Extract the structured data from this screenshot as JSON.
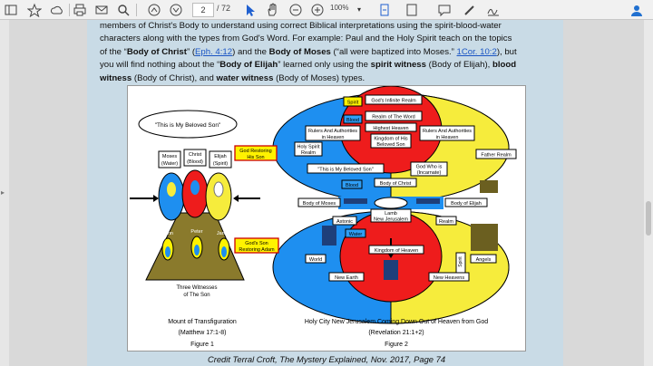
{
  "toolbar": {
    "page_number": "2",
    "page_total": "/ 72",
    "zoom": "100%"
  },
  "paragraph": {
    "l1": "members of Christ's Body to understand using correct Biblical interpretations using the spirit-blood-water",
    "l2": "characters along with the types from God's Word. For example: Paul and the Holy Spirit teach on the topics",
    "l3a": "of the “",
    "l3b": "Body of Christ",
    "l3c": "” (",
    "l3d": "Eph. 4:12",
    "l3e": ") and the ",
    "l3f": "Body of Moses",
    "l3g": " (“all were baptized into Moses.” ",
    "l3h": "1Cor. 10:2",
    "l3i": "), but",
    "l4a": "you will find nothing about the “",
    "l4b": "Body of Elijah",
    "l4c": "” learned only using the ",
    "l4d": "spirit witness",
    "l4e": " (Body of Elijah), ",
    "l4f": "blood",
    "l5a": "witness",
    "l5b": " (Body of Christ), and ",
    "l5c": "water witness",
    "l5d": " (Body of Moses) types."
  },
  "figure1": {
    "speech": "\"This is My Beloved Son\"",
    "moses": [
      "Moses",
      "(Water)"
    ],
    "christ": [
      "Christ",
      "(Blood)"
    ],
    "elijah": [
      "Elijah",
      "(Spirit)"
    ],
    "john": "John",
    "peter": "Peter",
    "james": "James",
    "witnesses": [
      "Three Witnesses",
      "of The Son"
    ],
    "caption": [
      "Mount of Transfiguration",
      "(Matthew 17:1-8)",
      "Figure 1"
    ]
  },
  "figure2": {
    "spirit_top": "Spirit",
    "gods_infinite": "God's Infinite Realm",
    "blood_top": "Blood",
    "realm_word": "Realm of The Word",
    "rulers_left": [
      "Rulers And Authorities",
      "in Heaven"
    ],
    "highest": "Highest Heaven",
    "rulers_right": [
      "Rulers And Authorities",
      "in Heaven"
    ],
    "kingdom_son": [
      "Kingdom of His",
      "Beloved Son"
    ],
    "holy_spirit": [
      "Holy Spirit",
      "Realm"
    ],
    "father": "Father Realm",
    "god_restoring": [
      "God Restoring",
      "His Son"
    ],
    "beloved": "\"This is My Beloved Son\"",
    "god_who_is": [
      "God Who is",
      "(Incarnate)"
    ],
    "body_christ": "Body of Christ",
    "blood_mid": "Blood",
    "body_moses": "Body of Moses",
    "body_elijah": "Body of Elijah",
    "lamb": [
      "Lamb",
      "New Jerusalem"
    ],
    "astonic": "Astonic",
    "realm": "Realm",
    "water": "Water",
    "gods_son": [
      "God's Son",
      "Restoring Adam"
    ],
    "kingdom_heaven": "Kingdom of Heaven",
    "world": "World",
    "spirit_right": "Spirit",
    "angels": "Angels",
    "new_earth": "New Earth",
    "new_heavens": "New Heavens",
    "caption": [
      "Holy City New Jerusalem Coming Down Out of Heaven from God",
      "(Revelation 21:1+2)",
      "Figure 2"
    ]
  },
  "credit": "Credit Terral Croft, The Mystery Explained, Nov. 2017, Page 74",
  "colors": {
    "blue": "#1e8ff0",
    "yellow": "#f6ec3c",
    "red": "#ee1c1c",
    "brown": "#8a7a2c",
    "label_yellow": "#fff200",
    "label_blue": "#2f9ef5"
  }
}
